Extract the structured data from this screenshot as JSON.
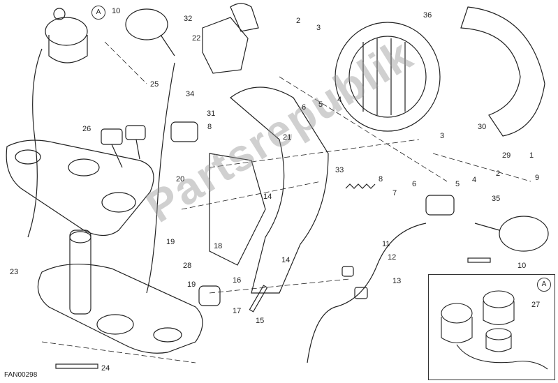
{
  "diagram": {
    "code": "FAN00298",
    "watermark": "Partsrepublik",
    "inset_marker": "A",
    "main_marker": "A",
    "callouts": [
      {
        "id": "c10a",
        "text": "10"
      },
      {
        "id": "c32",
        "text": "32"
      },
      {
        "id": "c22",
        "text": "22"
      },
      {
        "id": "c2a",
        "text": "2"
      },
      {
        "id": "c3a",
        "text": "3"
      },
      {
        "id": "c36",
        "text": "36"
      },
      {
        "id": "c25",
        "text": "25"
      },
      {
        "id": "c26",
        "text": "26"
      },
      {
        "id": "c34",
        "text": "34"
      },
      {
        "id": "c31",
        "text": "31"
      },
      {
        "id": "c8a",
        "text": "8"
      },
      {
        "id": "c6a",
        "text": "6"
      },
      {
        "id": "c5a",
        "text": "5"
      },
      {
        "id": "c4a",
        "text": "4"
      },
      {
        "id": "c30",
        "text": "30"
      },
      {
        "id": "c29",
        "text": "29"
      },
      {
        "id": "c1",
        "text": "1"
      },
      {
        "id": "c3b",
        "text": "3"
      },
      {
        "id": "c2b",
        "text": "2"
      },
      {
        "id": "c4b",
        "text": "4"
      },
      {
        "id": "c5b",
        "text": "5"
      },
      {
        "id": "c6b",
        "text": "6"
      },
      {
        "id": "c9",
        "text": "9"
      },
      {
        "id": "c21",
        "text": "21"
      },
      {
        "id": "c33",
        "text": "33"
      },
      {
        "id": "c8b",
        "text": "8"
      },
      {
        "id": "c7",
        "text": "7"
      },
      {
        "id": "c35",
        "text": "35"
      },
      {
        "id": "c20",
        "text": "20"
      },
      {
        "id": "c14a",
        "text": "14"
      },
      {
        "id": "c19a",
        "text": "19"
      },
      {
        "id": "c18",
        "text": "18"
      },
      {
        "id": "c28",
        "text": "28"
      },
      {
        "id": "c19b",
        "text": "19"
      },
      {
        "id": "c14b",
        "text": "14"
      },
      {
        "id": "c11",
        "text": "11"
      },
      {
        "id": "c12",
        "text": "12"
      },
      {
        "id": "c13",
        "text": "13"
      },
      {
        "id": "c10b",
        "text": "10"
      },
      {
        "id": "c23",
        "text": "23"
      },
      {
        "id": "c16",
        "text": "16"
      },
      {
        "id": "c17",
        "text": "17"
      },
      {
        "id": "c15",
        "text": "15"
      },
      {
        "id": "c27",
        "text": "27"
      },
      {
        "id": "c24",
        "text": "24"
      }
    ]
  }
}
